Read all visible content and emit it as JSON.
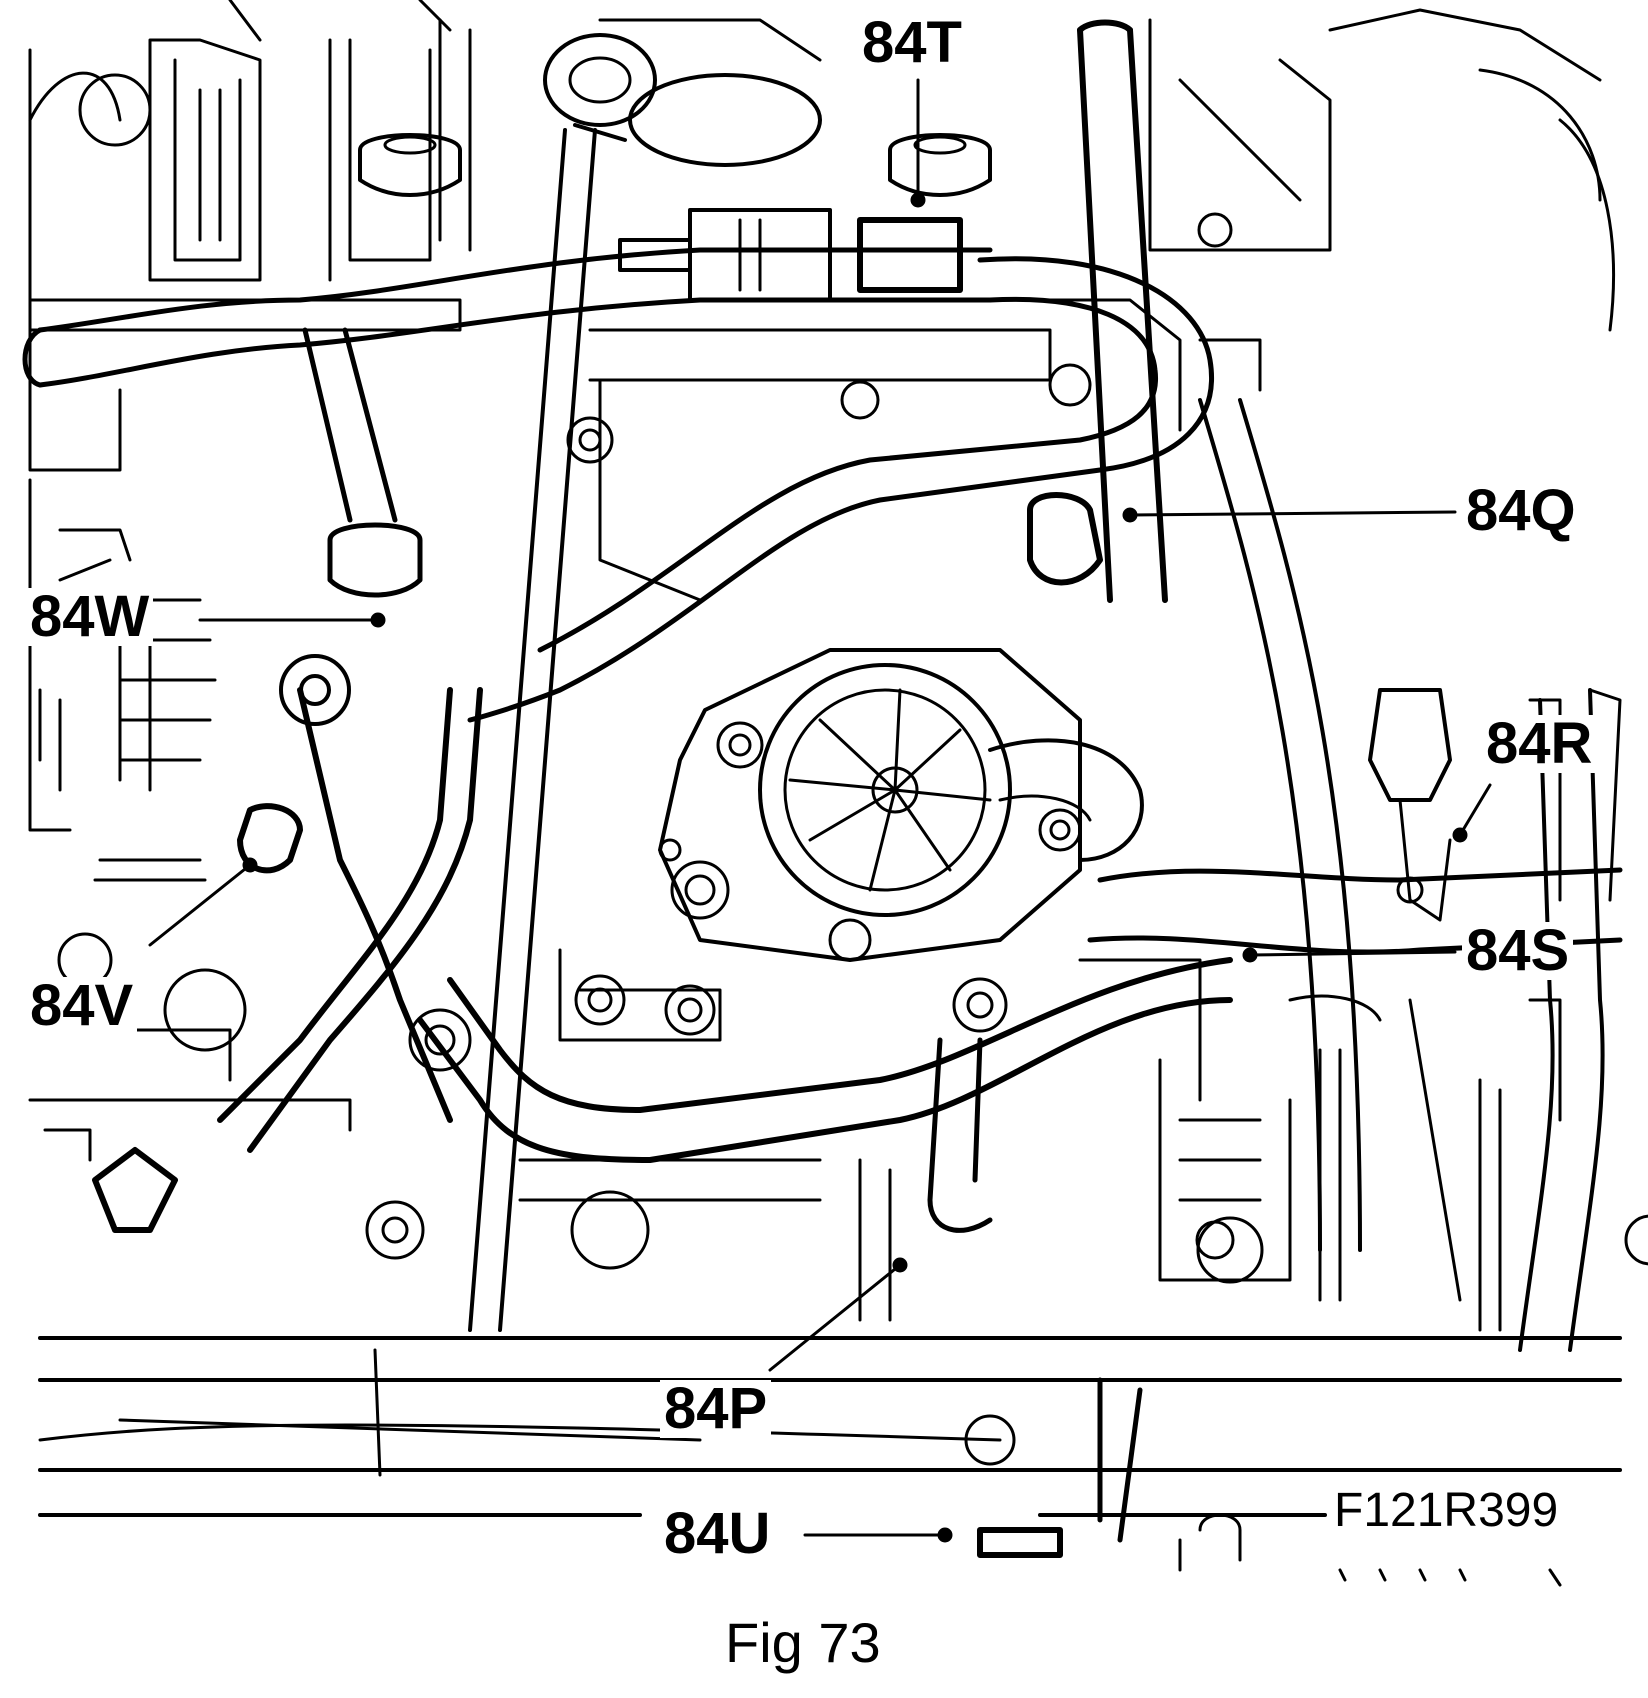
{
  "figure": {
    "caption": "Fig 73",
    "reference_code": "F121R399"
  },
  "callouts": [
    {
      "id": "84T",
      "label": "84T"
    },
    {
      "id": "84Q",
      "label": "84Q"
    },
    {
      "id": "84W",
      "label": "84W"
    },
    {
      "id": "84R",
      "label": "84R"
    },
    {
      "id": "84V",
      "label": "84V"
    },
    {
      "id": "84S",
      "label": "84S"
    },
    {
      "id": "84P",
      "label": "84P"
    },
    {
      "id": "84U",
      "label": "84U"
    }
  ],
  "colors": {
    "line": "#000000",
    "background": "#ffffff"
  }
}
